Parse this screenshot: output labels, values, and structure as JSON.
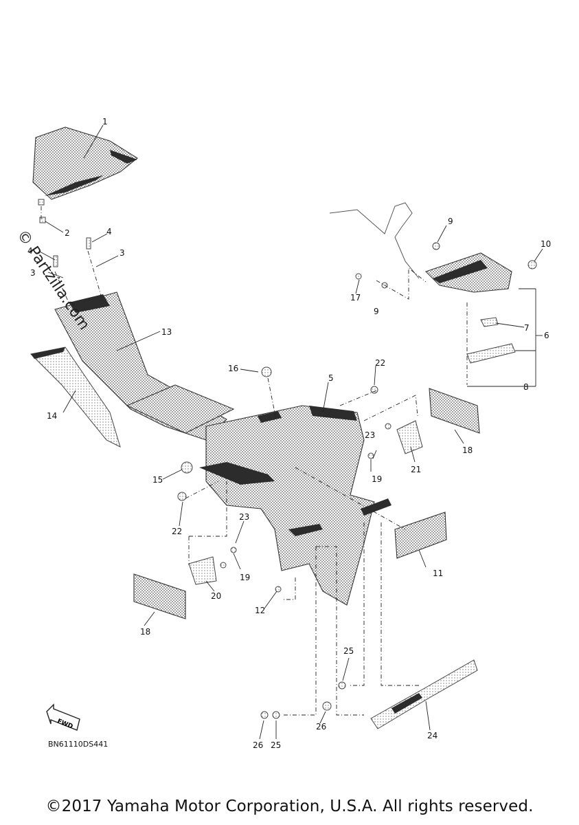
{
  "diagram": {
    "callouts": [
      "1",
      "2",
      "3",
      "3",
      "4",
      "4",
      "5",
      "6",
      "7",
      "8",
      "9",
      "9",
      "10",
      "11",
      "12",
      "13",
      "14",
      "15",
      "16",
      "17",
      "18",
      "18",
      "19",
      "19",
      "20",
      "21",
      "22",
      "22",
      "23",
      "23",
      "24",
      "25",
      "25",
      "26",
      "26"
    ],
    "fwd_label": "FWD",
    "diagram_code": "BN61110DS441",
    "watermark": "© Partzilla.com"
  },
  "footer": {
    "copyright": "©2017 Yamaha Motor Corporation, U.S.A. All rights reserved."
  }
}
